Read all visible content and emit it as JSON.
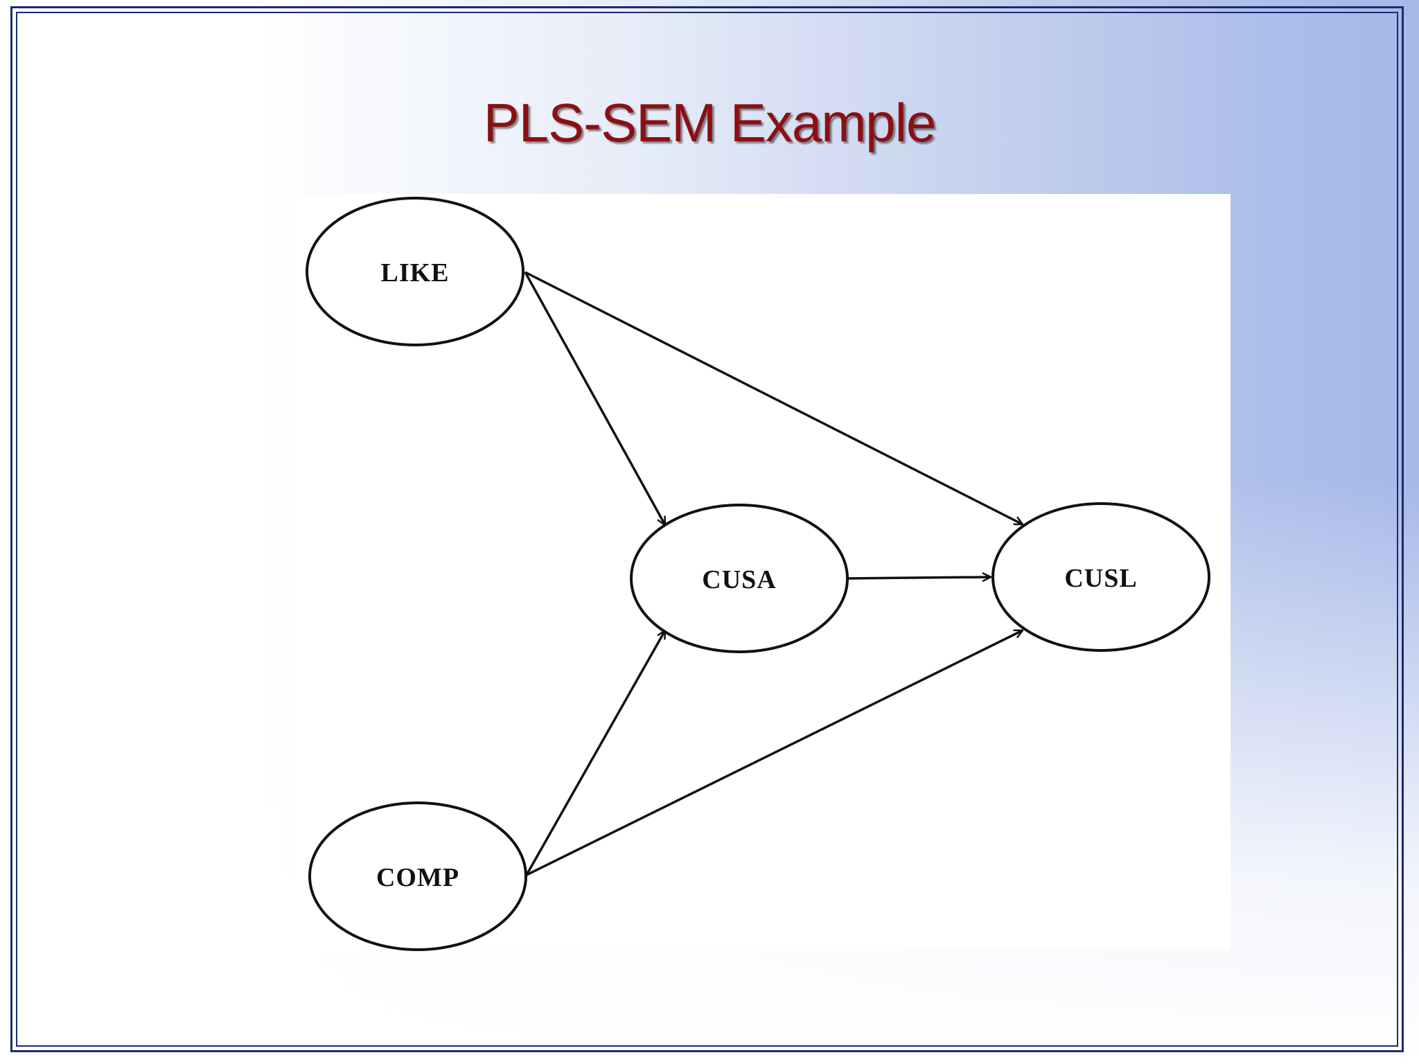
{
  "slide": {
    "title": "PLS-SEM Example"
  },
  "diagram": {
    "nodes": [
      {
        "id": "like",
        "label": "LIKE"
      },
      {
        "id": "cusa",
        "label": "CUSA"
      },
      {
        "id": "cusl",
        "label": "CUSL"
      },
      {
        "id": "comp",
        "label": "COMP"
      }
    ],
    "edges": [
      {
        "from": "like",
        "to": "cusa"
      },
      {
        "from": "like",
        "to": "cusl"
      },
      {
        "from": "cusa",
        "to": "cusl"
      },
      {
        "from": "comp",
        "to": "cusa"
      },
      {
        "from": "comp",
        "to": "cusl"
      }
    ]
  },
  "colors": {
    "title": "#8c0f12",
    "frame": "#1c2a6e",
    "stroke": "#111111"
  }
}
